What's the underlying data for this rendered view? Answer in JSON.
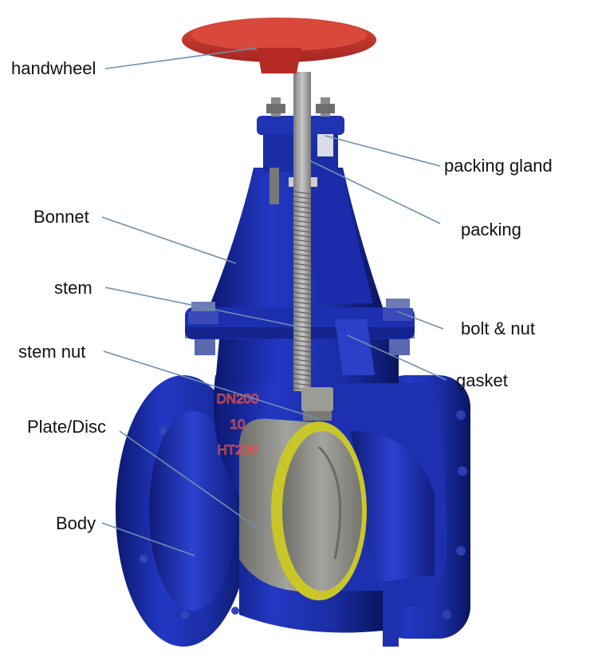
{
  "labels": {
    "handwheel": "handwheel",
    "packing_gland": "packing gland",
    "packing": "packing",
    "bonnet": "Bonnet",
    "stem": "stem",
    "bolt_nut": "bolt & nut",
    "stem_nut": "stem nut",
    "gasket": "gasket",
    "plate_disc": "Plate/Disc",
    "body": "Body"
  },
  "casting_marks": {
    "line1": "DN200",
    "line2": "10",
    "line3": "HT200"
  },
  "colors": {
    "body_blue": "#1b2fa8",
    "body_dark": "#0d1a6e",
    "handwheel_red": "#c8302a",
    "stem_gray": "#9a9a9a",
    "disc_gray": "#8e8e88",
    "seat_yellow": "#c9c62a",
    "leader_line": "#6f8fb0",
    "casting_text": "#e0504a"
  }
}
